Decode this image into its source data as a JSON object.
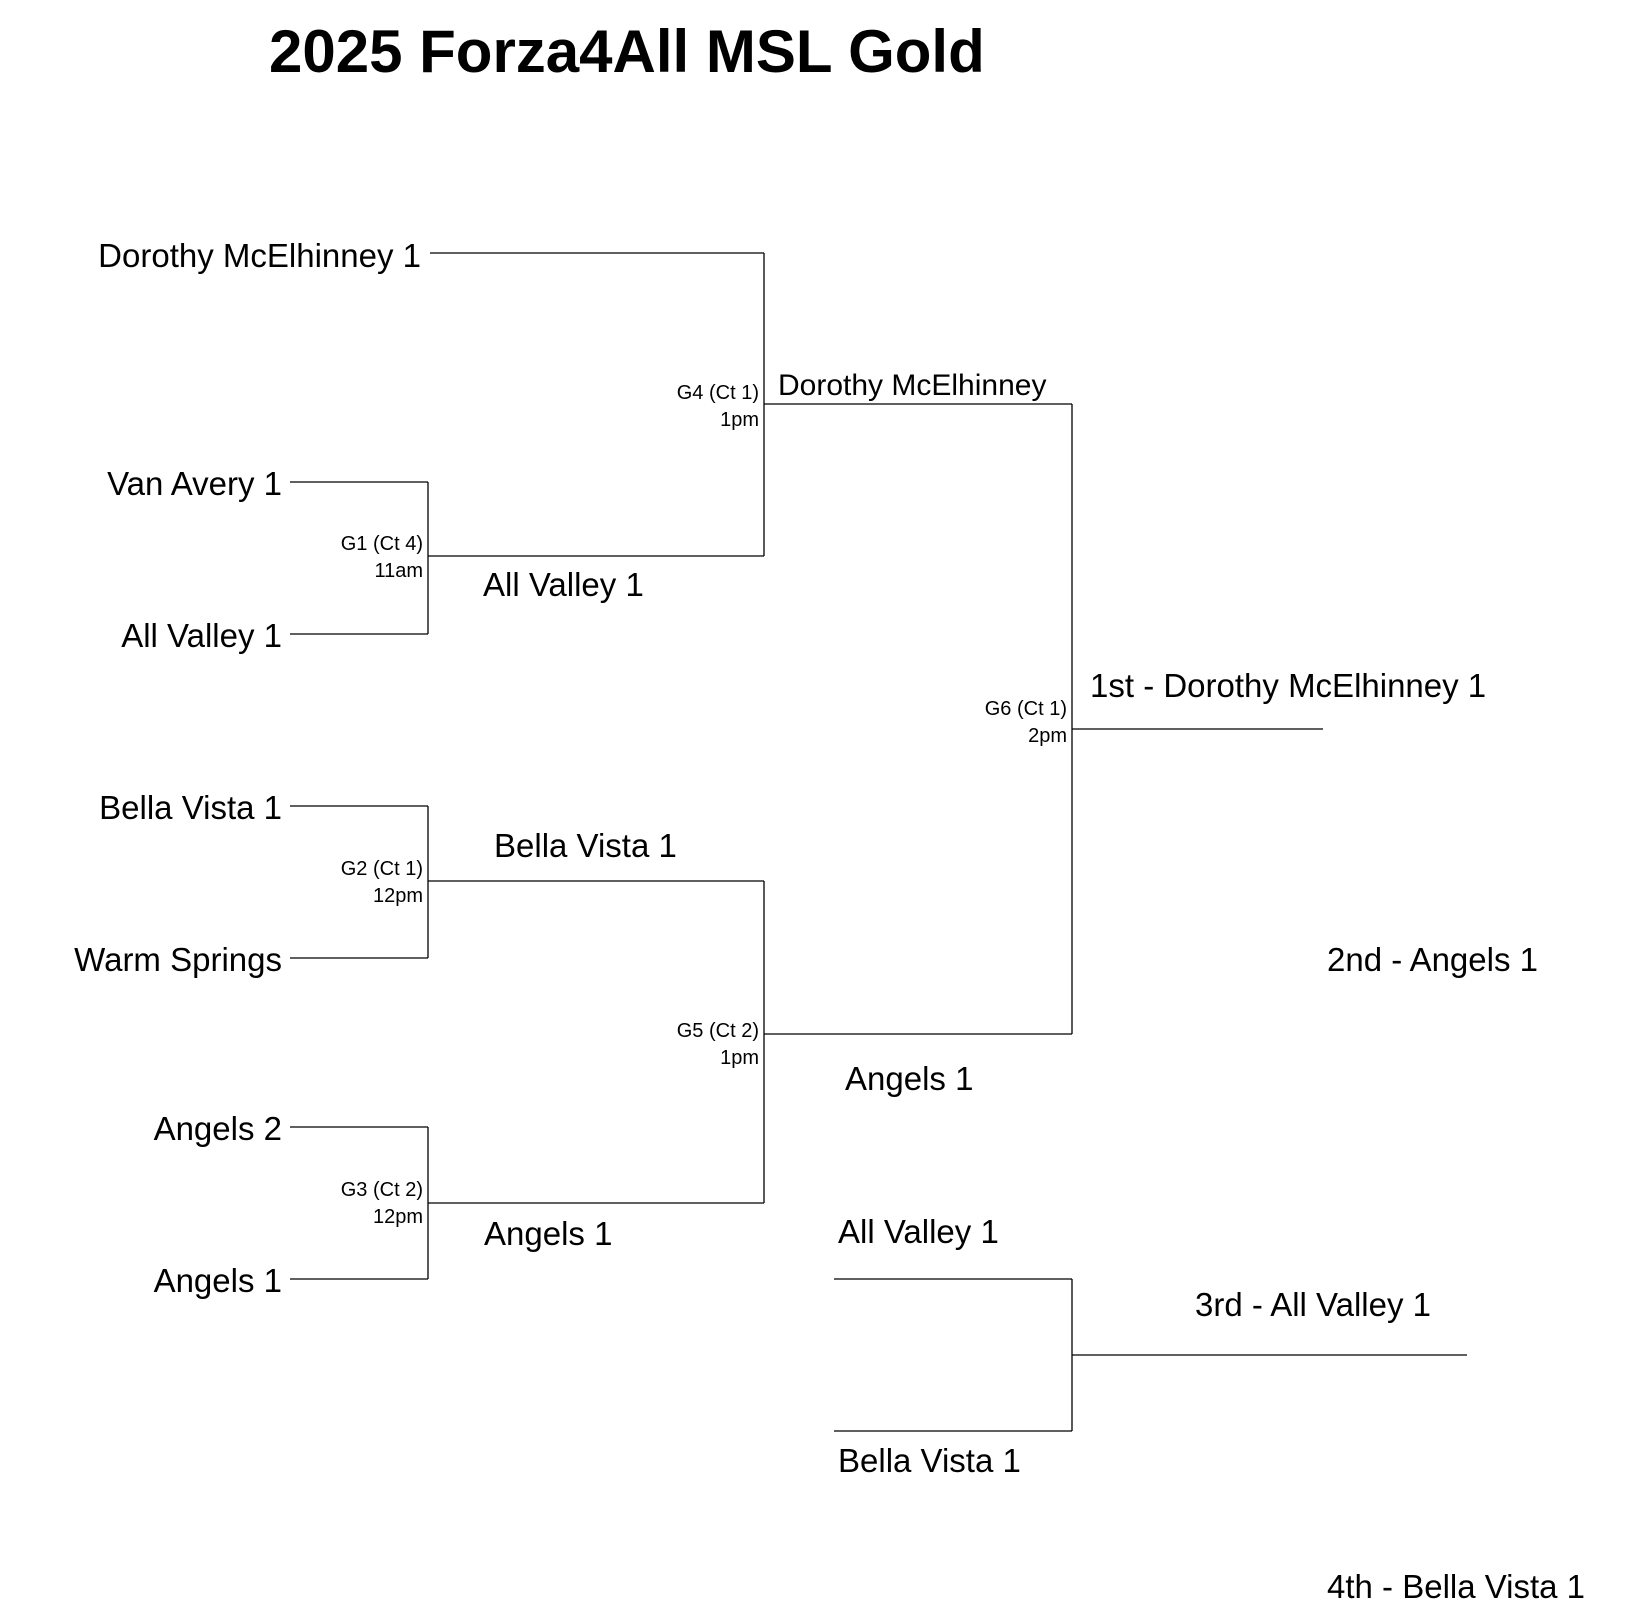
{
  "title": "2025 Forza4All MSL Gold",
  "round1": {
    "teams": [
      "Dorothy McElhinney 1",
      "Van Avery 1",
      "All Valley 1",
      "Bella Vista 1",
      "Warm Springs",
      "Angels 2",
      "Angels 1"
    ]
  },
  "games": {
    "g1": {
      "label": "G1 (Ct 4)",
      "time": "11am",
      "winner": "All Valley 1"
    },
    "g2": {
      "label": "G2 (Ct 1)",
      "time": "12pm",
      "winner": "Bella Vista 1"
    },
    "g3": {
      "label": "G3 (Ct 2)",
      "time": "12pm",
      "winner": "Angels 1"
    },
    "g4": {
      "label": "G4 (Ct 1)",
      "time": "1pm",
      "winner": "Dorothy McElhinney"
    },
    "g5": {
      "label": "G5 (Ct 2)",
      "time": "1pm",
      "winner": "Angels 1"
    },
    "g6": {
      "label": "G6 (Ct 1)",
      "time": "2pm"
    }
  },
  "third_place_game": {
    "team_a": "All Valley 1",
    "team_b": "Bella Vista 1"
  },
  "results": {
    "first": "1st - Dorothy McElhinney 1",
    "second": "2nd - Angels 1",
    "third": "3rd - All Valley 1",
    "fourth": "4th - Bella Vista 1"
  }
}
